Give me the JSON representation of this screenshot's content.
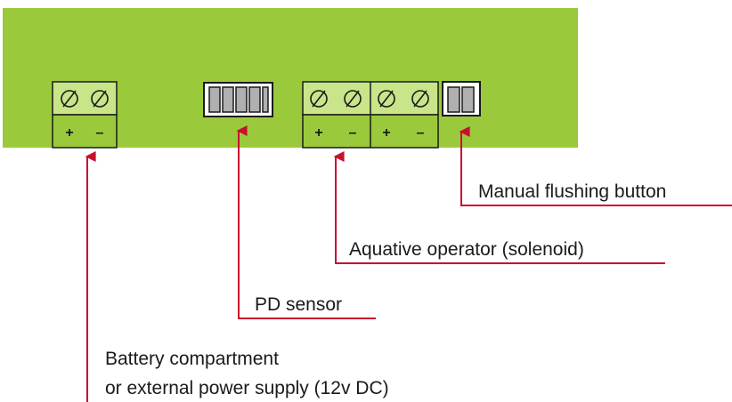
{
  "colors": {
    "board": "#9ACA3C",
    "terminal_top": "#C9E58A",
    "terminal_bottom": "#9ACA3C",
    "connector_pin": "#B0B0B0",
    "leader_line": "#C8102E",
    "text": "#1A1A1A"
  },
  "polarity": {
    "plus": "+",
    "minus": "–"
  },
  "labels": {
    "manual_flushing_button": "Manual flushing button",
    "aquative_operator": "Aquative operator (solenoid)",
    "pd_sensor": "PD sensor",
    "battery_line1": "Battery compartment",
    "battery_line2": "or external power supply (12v DC)"
  }
}
